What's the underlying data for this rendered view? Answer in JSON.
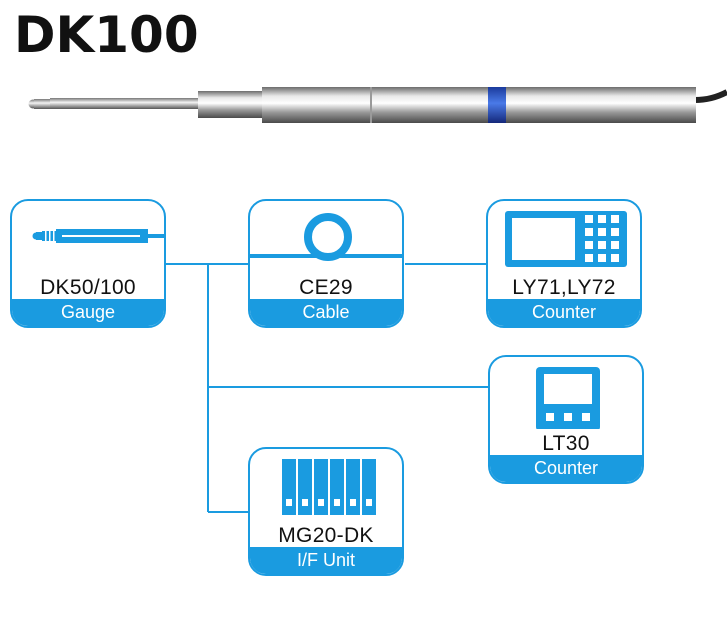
{
  "title": "DK100",
  "colors": {
    "accent": "#1a9be0",
    "text": "#111111"
  },
  "nodes": {
    "gauge": {
      "name": "DK50/100",
      "category": "Gauge",
      "icon": "gauge-probe-icon"
    },
    "cable": {
      "name": "CE29",
      "category": "Cable",
      "icon": "cable-coil-icon"
    },
    "counter1": {
      "name": "LY71,LY72",
      "category": "Counter",
      "icon": "counter-display-icon"
    },
    "counter2": {
      "name": "LT30",
      "category": "Counter",
      "icon": "compact-counter-icon"
    },
    "unit": {
      "name": "MG20-DK",
      "category": "I/F Unit",
      "icon": "interface-unit-icon"
    }
  }
}
